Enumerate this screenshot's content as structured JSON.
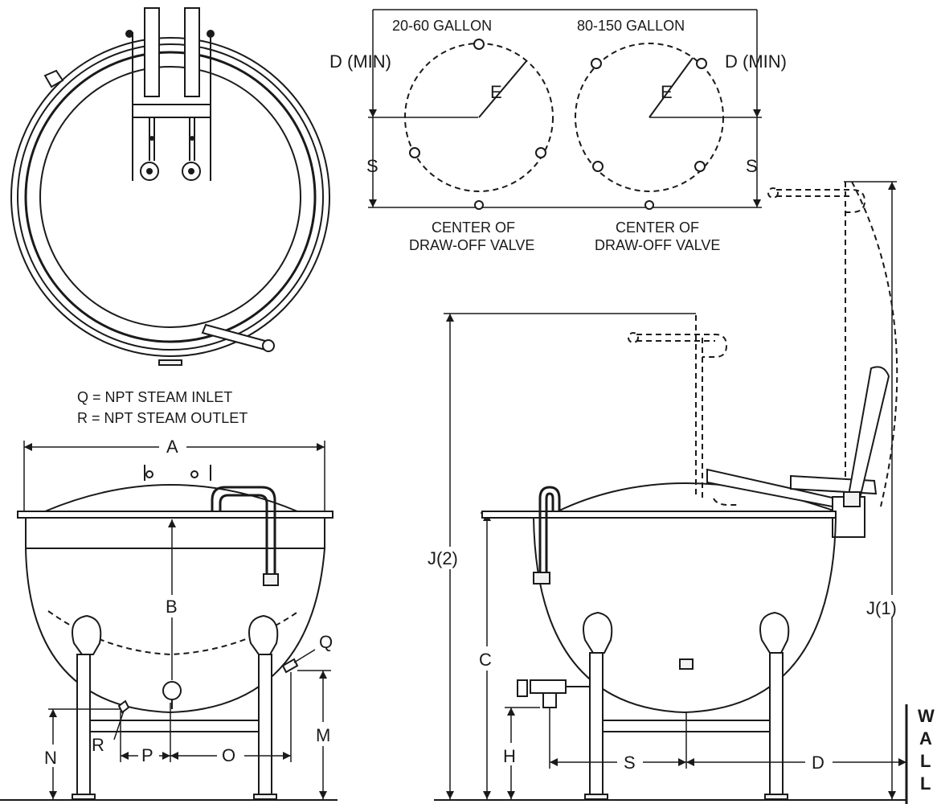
{
  "labels": {
    "gallon_small": "20-60 GALLON",
    "gallon_large": "80-150 GALLON",
    "d_min_left": "D (MIN)",
    "d_min_right": "D (MIN)",
    "e_left": "E",
    "e_right": "E",
    "s_left": "S",
    "s_right": "S",
    "center_valve_line1": "CENTER OF",
    "center_valve_line2": "DRAW-OFF VALVE",
    "q_note": "Q = NPT STEAM INLET",
    "r_note": "R = NPT STEAM OUTLET",
    "a": "A",
    "b": "B",
    "m": "M",
    "n": "N",
    "o": "O",
    "p": "P",
    "q": "Q",
    "r": "R",
    "c": "C",
    "h": "H",
    "s_bottom": "S",
    "d_bottom": "D",
    "j1": "J(1)",
    "j2": "J(2)",
    "wall": [
      "W",
      "A",
      "L",
      "L"
    ]
  }
}
